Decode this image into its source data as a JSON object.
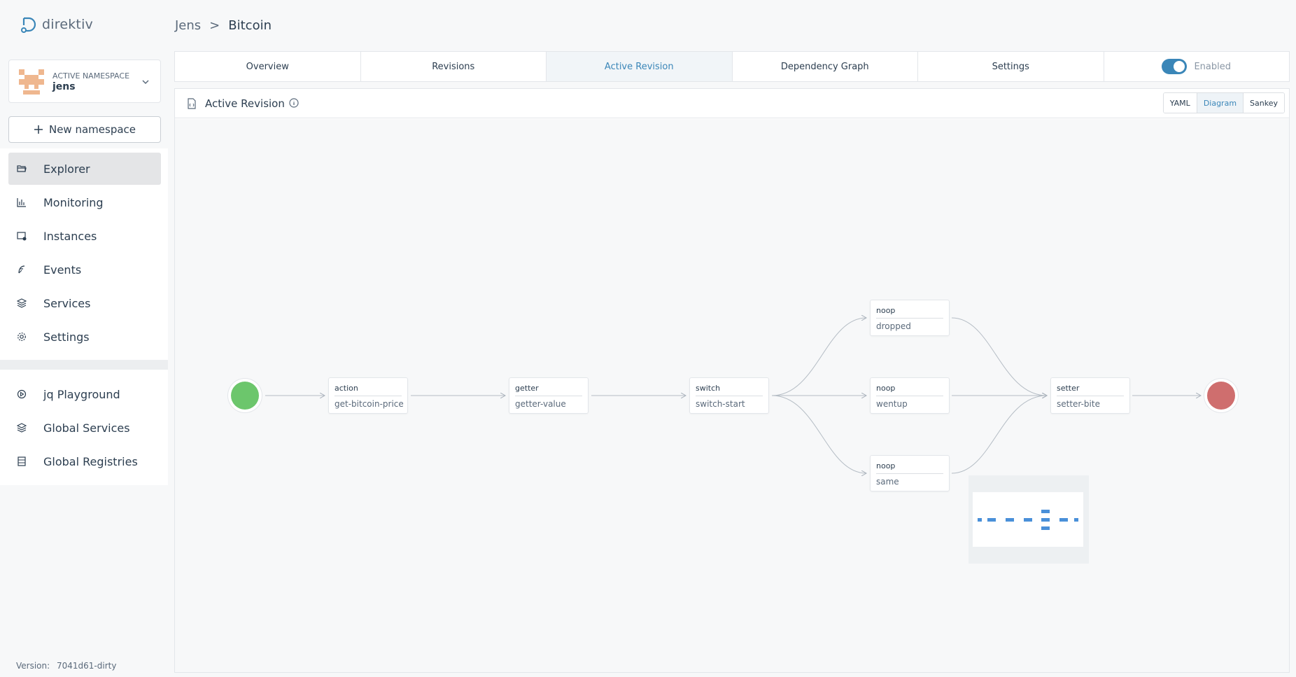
{
  "app": {
    "name": "direktiv"
  },
  "namespace": {
    "label": "ACTIVE NAMESPACE",
    "name": "jens"
  },
  "new_namespace_label": "New namespace",
  "nav": {
    "main": [
      {
        "label": "Explorer",
        "icon": "folder-open-icon",
        "active": true
      },
      {
        "label": "Monitoring",
        "icon": "bar-chart-icon"
      },
      {
        "label": "Instances",
        "icon": "instances-icon"
      },
      {
        "label": "Events",
        "icon": "feather-icon"
      },
      {
        "label": "Services",
        "icon": "layers-icon"
      },
      {
        "label": "Settings",
        "icon": "gear-icon"
      }
    ],
    "global": [
      {
        "label": "jq Playground",
        "icon": "play-circle-icon"
      },
      {
        "label": "Global Services",
        "icon": "layers-icon"
      },
      {
        "label": "Global Registries",
        "icon": "server-icon"
      }
    ]
  },
  "version": {
    "label": "Version:",
    "value": "7041d61-dirty"
  },
  "breadcrumb": {
    "parent": "Jens",
    "separator": ">",
    "current": "Bitcoin"
  },
  "tabs": [
    {
      "label": "Overview"
    },
    {
      "label": "Revisions"
    },
    {
      "label": "Active Revision",
      "active": true
    },
    {
      "label": "Dependency Graph"
    },
    {
      "label": "Settings"
    }
  ],
  "toggle": {
    "label": "Enabled",
    "on": true
  },
  "panel": {
    "title": "Active Revision"
  },
  "views": [
    {
      "label": "YAML"
    },
    {
      "label": "Diagram",
      "active": true
    },
    {
      "label": "Sankey"
    }
  ],
  "diagram": {
    "nodes": [
      {
        "type": "action",
        "name": "get-bitcoin-price"
      },
      {
        "type": "getter",
        "name": "getter-value"
      },
      {
        "type": "switch",
        "name": "switch-start"
      },
      {
        "type": "noop",
        "name": "dropped"
      },
      {
        "type": "noop",
        "name": "wentup"
      },
      {
        "type": "noop",
        "name": "same"
      },
      {
        "type": "setter",
        "name": "setter-bite"
      }
    ]
  },
  "colors": {
    "accent": "#3a86b8",
    "start": "#6cc66c",
    "end": "#cf6e6e"
  }
}
